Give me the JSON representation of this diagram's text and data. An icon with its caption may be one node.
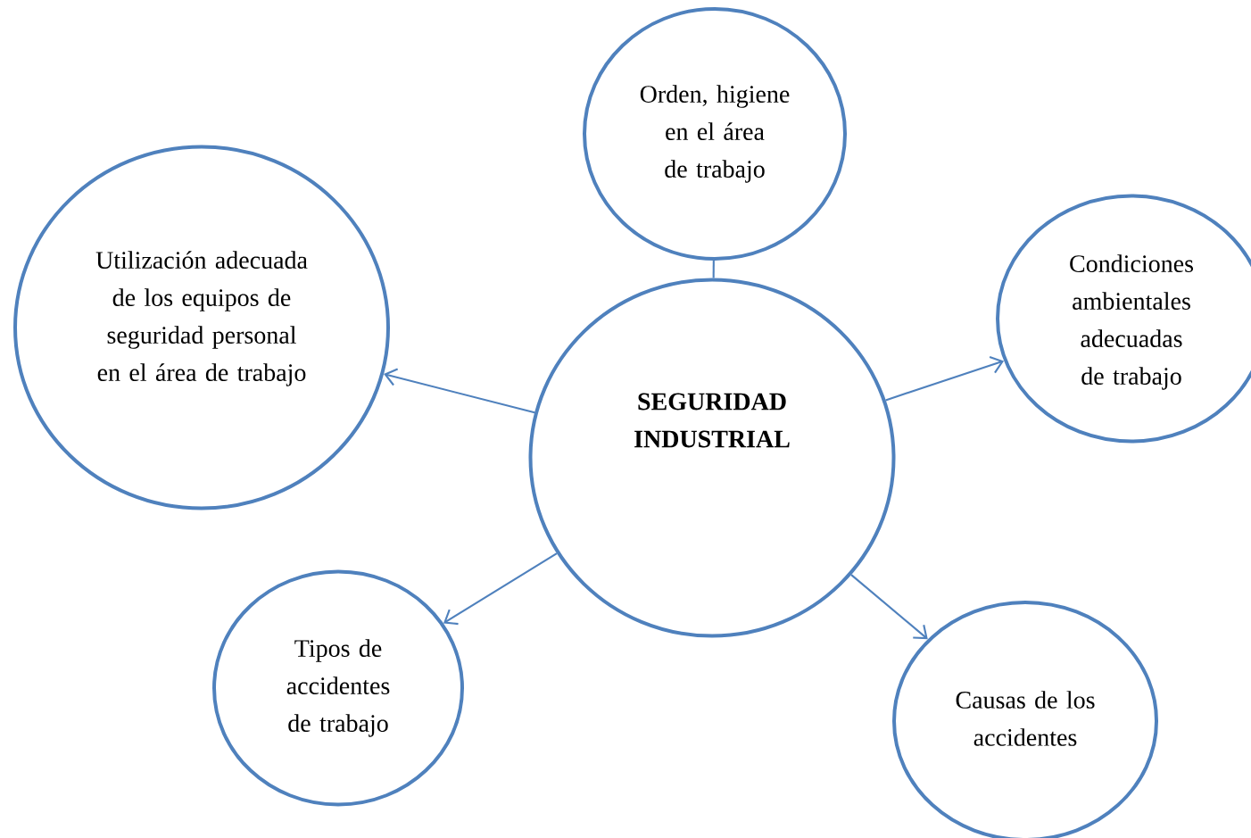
{
  "diagram": {
    "nodes": [
      {
        "text": [
          "SEGURIDAD INDUSTRIAL"
        ]
      },
      {
        "text": [
          "Orden, higiene en el área de trabajo"
        ]
      },
      {
        "text": [
          "Utilización adecuada de los equipos de seguridad personal en el área de trabajo"
        ]
      },
      {
        "text": [
          "Condiciones ambientales adecuadas de trabajo"
        ]
      },
      {
        "text": [
          "Tipos de accidentes de trabajo"
        ]
      },
      {
        "text": [
          "Causas de los accidentes"
        ]
      }
    ],
    "edges": [
      {
        "from": 0,
        "to": 1,
        "arrow": "none"
      },
      {
        "from": 0,
        "to": 2,
        "arrow": "to"
      },
      {
        "from": 0,
        "to": 3,
        "arrow": "to"
      },
      {
        "from": 0,
        "to": 4,
        "arrow": "to"
      },
      {
        "from": 0,
        "to": 5,
        "arrow": "to"
      }
    ]
  }
}
